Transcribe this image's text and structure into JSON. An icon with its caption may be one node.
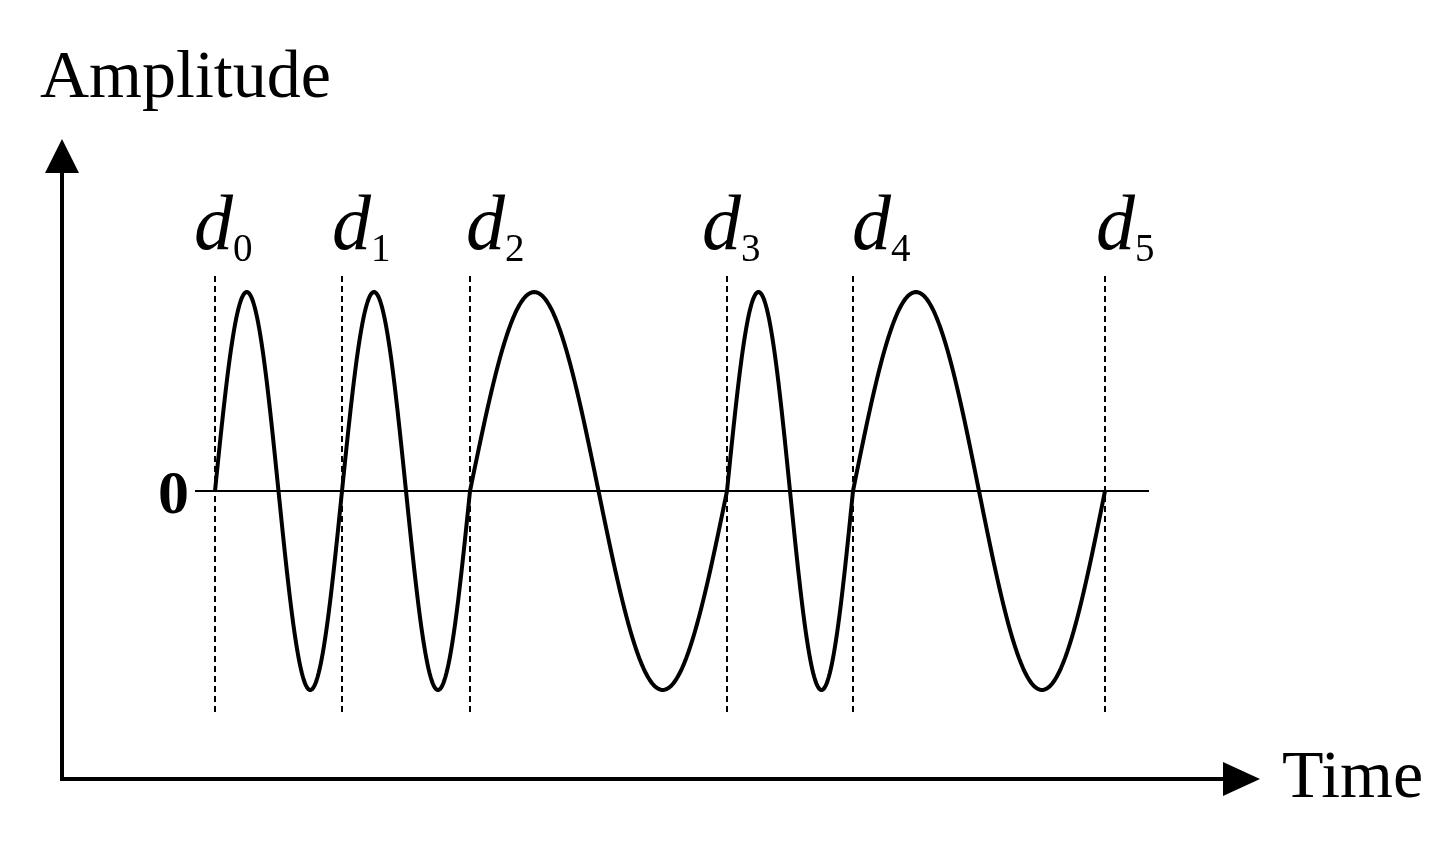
{
  "diagram": {
    "labels": [
      "Amplitude",
      "*d*$_{0}$",
      "*d*$_{1}$",
      "*d*$_{2}$",
      "*d*$_{3}$",
      "*d*$_{4}$",
      "*d*$_{5}$",
      "0",
      "Time"
    ]
  }
}
